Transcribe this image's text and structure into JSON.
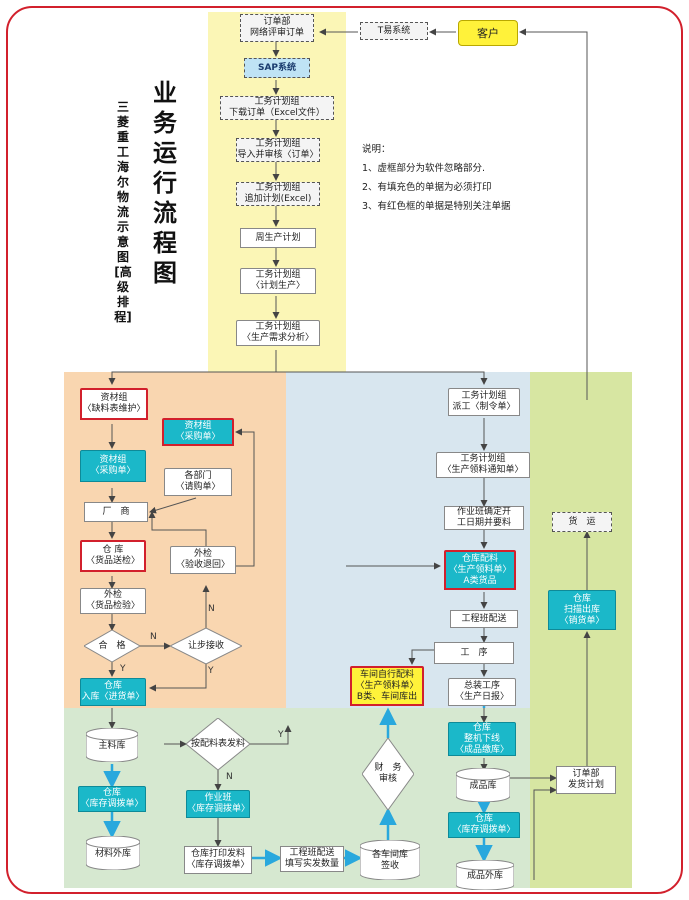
{
  "title_main": "业务运行流程图",
  "title_sub": "三菱重工海尔物流示意图[高级排程]",
  "notes": {
    "heading": "说明：",
    "items": [
      "1、虚框部分为软件忽略部分.",
      "2、有填充色的单据为必须打印",
      "3、有红色框的单据是特别关注单据"
    ]
  },
  "nodes": {
    "order_review": "订单部\n网络评审订单",
    "sap": "SAP系统",
    "download_order": "工务计划组\n下载订单（Excel文件）",
    "import_check": "工务计划组\n导入并审核〈订单〉",
    "append_plan": "工务计划组\n追加计划(Excel)",
    "weekly_plan": "周生产计划",
    "plan_production": "工务计划组\n〈计划生产〉",
    "demand_analysis": "工务计划组\n〈生产需求分析〉",
    "trade_system": "T易系统",
    "customer": "客户",
    "shortage": "资材组\n〈缺料表维护〉",
    "purchase_red": "资材组\n〈采购单〉",
    "purchase_cyan": "资材组\n〈采购单〉",
    "departments": "各部门\n〈请购单〉",
    "vendor": "厂　商",
    "warehouse_inspect": "仓 库\n〈货品送检〉",
    "outer_inspect": "外检\n〈货品检验〉",
    "reject": "外检\n〈验收退回〉",
    "qualified": "合　格",
    "concession": "让步接收",
    "receiving": "仓库\n入库〈进货单〉",
    "main_warehouse": "主料库",
    "transfer1": "仓库\n〈库存调拨单〉",
    "material_outer": "材料外库",
    "dispatch_decision": "按配料表发料",
    "shift_transfer": "作业班\n〈库存调拨单〉",
    "print_issue": "仓库打印发料\n〈库存调拨单〉",
    "fill_qty": "工程班配送\n填写实发数量",
    "workshop_sign": "各车间库\n签收",
    "finance_review": "财　务\n审核",
    "self_pick": "车间自行配料\n〈生产领料单〉\nB类、车间库出",
    "dispatch_work": "工务计划组\n派工〈制令单〉",
    "material_notice": "工务计划组\n〈生产领料通知单〉",
    "confirm_date": "作业班确定开\n工日期并要料",
    "pick_a": "仓库配料\n〈生产领料单〉\nA类货品",
    "eng_delivery": "工程班配送",
    "process": "工　序",
    "final_assembly": "总装工序\n〈生产日报〉",
    "finished_in": "仓库\n整机下线\n〈成品缴库〉",
    "finished_wh": "成品库",
    "transfer2": "仓库\n〈库存调拨单〉",
    "finished_outer": "成品外库",
    "ship_plan": "订单部\n发货计划",
    "scan_out": "仓库\n扫描出库\n〈销货单〉",
    "freight": "货　运"
  },
  "edge_labels": {
    "n1": "N",
    "n2": "N",
    "n3": "N",
    "y1": "Y",
    "y2": "Y",
    "y3": "Y"
  },
  "colors": {
    "border": "#d2202c",
    "zone_yellow": "#fbf6b6",
    "zone_orange": "#f9d6b0",
    "zone_blue": "#d8e6ef",
    "zone_green": "#d6e8d0",
    "zone_lime": "#d7e6a2",
    "cyan": "#1bb8c9",
    "arrow_blue": "#29a8dd"
  }
}
